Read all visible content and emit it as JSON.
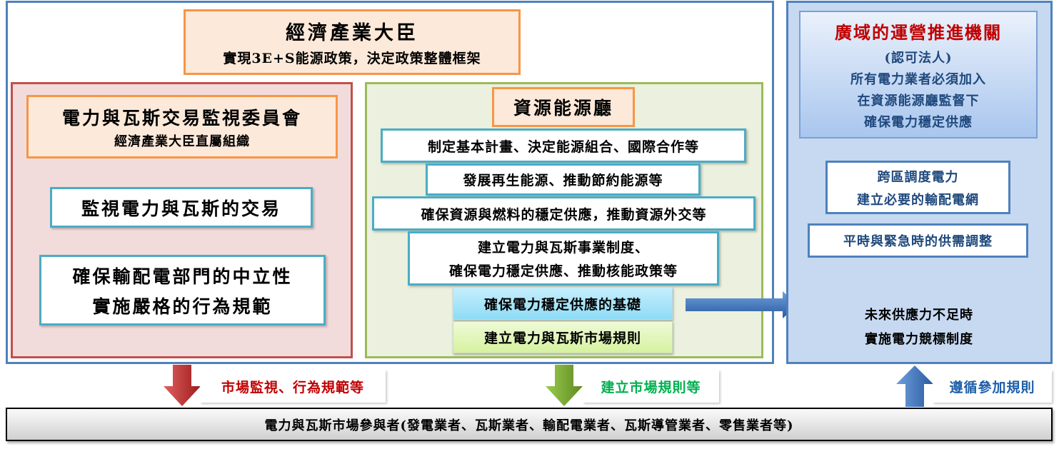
{
  "minister": {
    "title": "經濟產業大臣",
    "subtitle": "實現3E+S能源政策，決定政策整體框架"
  },
  "committee": {
    "title": "電力與瓦斯交易監視委員會",
    "subtitle": "經濟產業大臣直屬組織",
    "items": [
      "監視電力與瓦斯的交易",
      "確保輸配電部門的中立性",
      "實施嚴格的行為規範"
    ]
  },
  "agency": {
    "title": "資源能源廳",
    "items": [
      "制定基本計畫、決定能源組合、國際合作等",
      "發展再生能源、推動節約能源等",
      "確保資源與燃料的穩定供應，推動資源外交等",
      "建立電力與瓦斯事業制度、",
      "確保電力穩定供應、推動核能政策等"
    ],
    "highlight1": "確保電力穩定供應的基礎",
    "highlight2": "建立電力與瓦斯市場規則"
  },
  "occto": {
    "title": "廣域的運營推進機關",
    "lines": [
      "(認可法人)",
      "所有電力業者必須加入",
      "在資源能源廳監督下",
      "確保電力穩定供應"
    ],
    "box1": [
      "跨區調度電力",
      "建立必要的輸配電網"
    ],
    "box2": "平時與緊急時的供需調整",
    "note": [
      "未來供應力不足時",
      "實施電力競標制度"
    ]
  },
  "arrows": {
    "red_label": "市場監視、行為規範等",
    "green_label": "建立市場規則等",
    "blue_label": "遵循參加規則"
  },
  "participants": "電力與瓦斯市場參與者(發電業者、瓦斯業者、輸配電業者、瓦斯導管業者、零售業者等)",
  "colors": {
    "blue": "#4f81bd",
    "red": "#c0504d",
    "green": "#9bbb59",
    "orange": "#f79646",
    "teal": "#4bacc6"
  }
}
